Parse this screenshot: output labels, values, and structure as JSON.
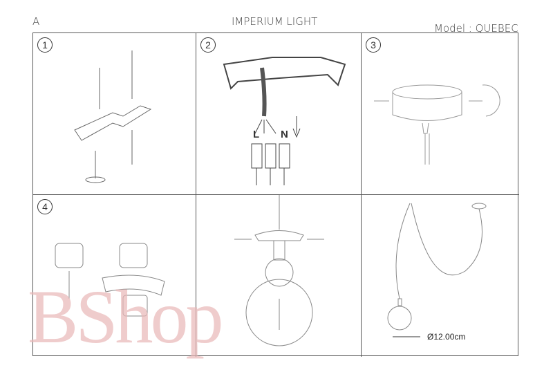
{
  "header": {
    "page_letter": "A",
    "brand": "IMPERIUM LIGHT",
    "model": "Model : QUEBEC"
  },
  "steps": [
    {
      "number": "1"
    },
    {
      "number": "2"
    },
    {
      "number": "3"
    },
    {
      "number": "4"
    }
  ],
  "wiring": {
    "live": "L",
    "neutral": "N"
  },
  "dimension": {
    "label": "Ø12.00cm"
  },
  "watermark": "BShop"
}
